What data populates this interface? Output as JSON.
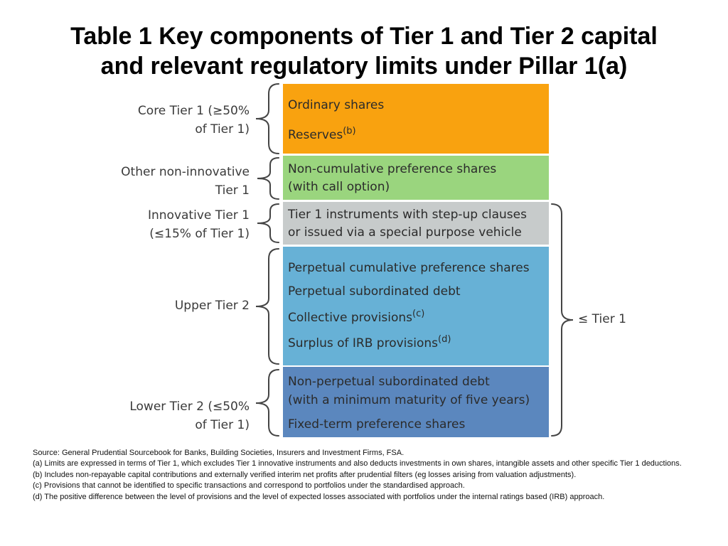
{
  "title": {
    "line1": "Table 1  Key components of Tier 1 and Tier 2 capital",
    "line2": "and relevant regulatory limits under Pillar 1(a)"
  },
  "colors": {
    "core": "#F9A20F",
    "non_innovative": "#9AD57E",
    "innovative": "#C7CBCB",
    "upper_tier2": "#67B1D6",
    "lower_tier2": "#5B87BE"
  },
  "bands": {
    "core": {
      "line1": "Ordinary shares",
      "line2": "Reserves",
      "line2_sup": "(b)"
    },
    "non_innovative": {
      "line1": "Non-cumulative preference shares",
      "line2": "(with call option)"
    },
    "innovative": {
      "line1": "Tier 1 instruments with step-up clauses",
      "line2": "or issued via a special purpose vehicle"
    },
    "upper_tier2": {
      "line1": "Perpetual cumulative preference shares",
      "line2": "Perpetual subordinated debt",
      "line3": "Collective provisions",
      "line3_sup": "(c)",
      "line4": "Surplus of IRB provisions",
      "line4_sup": "(d)"
    },
    "lower_tier2": {
      "line1": "Non-perpetual subordinated debt",
      "line2": "(with a minimum maturity of five years)",
      "line3": "Fixed-term preference shares"
    }
  },
  "labels": {
    "core": {
      "line1": "Core Tier 1 (≥50%",
      "line2": "of Tier 1)"
    },
    "non_innovative": {
      "line1": "Other non-innovative",
      "line2": "Tier 1"
    },
    "innovative": {
      "line1": "Innovative Tier 1",
      "line2": "(≤15% of Tier 1)"
    },
    "upper_tier2": {
      "line1": "Upper Tier 2"
    },
    "lower_tier2": {
      "line1": "Lower Tier 2 (≤50%",
      "line2": "of Tier 1)"
    }
  },
  "right_label": "≤ Tier 1",
  "notes": {
    "source": "Source:  General Prudential Sourcebook for Banks, Building Societies, Insurers and Investment Firms, FSA.",
    "a": "(a) Limits are expressed in terms of Tier 1, which excludes Tier 1 innovative instruments and also deducts investments in own shares, intangible assets and other specific Tier 1 deductions.",
    "b": "(b) Includes non-repayable capital contributions and externally verified interim net profits after prudential filters (eg losses arising from valuation adjustments).",
    "c": "(c) Provisions that cannot be identified to specific transactions and correspond to portfolios under the standardised approach.",
    "d": "(d) The positive difference between the level of provisions and the level of expected losses associated with portfolios under the internal ratings based (IRB) approach."
  }
}
